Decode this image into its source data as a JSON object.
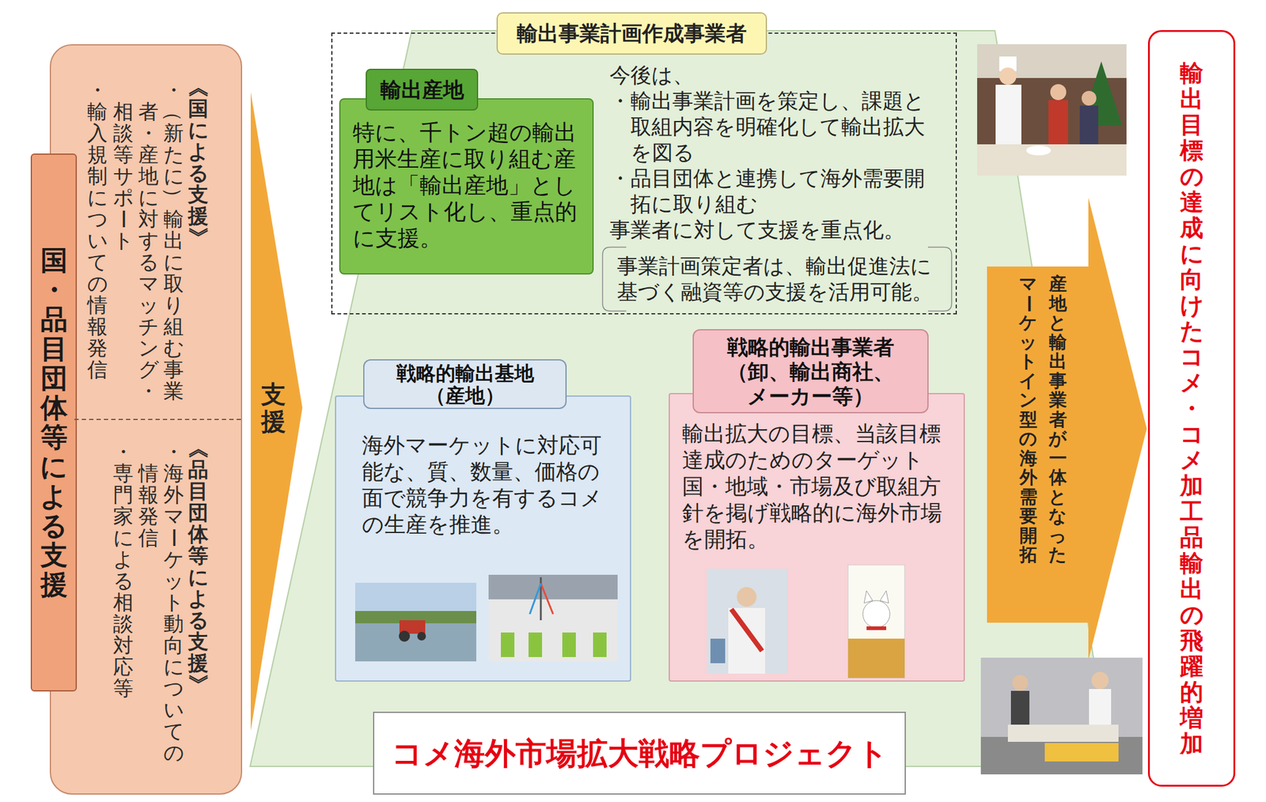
{
  "diagram": {
    "nodes": [
      {
        "text": [
          "《国による支援》",
          "・（新たに）輸出に取り組む事業者・産地に対するマッチング・相談等サポート",
          "・輸入規制についての情報発信",
          "《品目団体等による支援》",
          "・海外マーケット動向についての情報発信",
          "・専門家による相談対応等"
        ]
      },
      {
        "text": [
          "国・品目団体等による支援"
        ],
        "in": 0
      },
      {
        "text": [
          "支援"
        ]
      },
      {
        "text": [
          "コメ海外市場拡大戦略プロジェクト"
        ]
      },
      {
        "text": [
          "輸出事業計画作成事業者",
          "今後は、",
          "・輸出事業計画を策定し、課題と取組内容を明確化して輸出拡大を図る",
          "・品目団体と連携して海外需要開拓に取り組む",
          "事業者に対して支援を重点化。"
        ],
        "in": 3
      },
      {
        "text": [
          "輸出産地",
          "特に、千トン超の輸出用米生産に取り組む産地は「輸出産地」としてリスト化し、重点的に支援。"
        ],
        "in": 4
      },
      {
        "text": [
          "事業計画策定者は、輸出促進法に基づく融資等の支援を活用可能。"
        ],
        "in": 4
      },
      {
        "text": [
          "戦略的輸出基地（産地）",
          "海外マーケットに対応可能な、質、数量、価格の面で競争力を有するコメの生産を推進。"
        ],
        "in": 3
      },
      {
        "text": [
          "戦略的輸出事業者（卸、輸出商社、メーカー等）",
          "輸出拡大の目標、当該目標達成のためのターゲット国・地域・市場及び取組方針を掲げ戦略的に海外市場を開拓。"
        ],
        "in": 3
      },
      {
        "text": [
          "産地と輸出事業者が一体となったマーケットイン型の海外需要開拓"
        ]
      },
      {
        "text": [
          "輸出目標の達成に向けたコメ・コメ加工品輸出の飛躍的増加"
        ]
      }
    ]
  }
}
